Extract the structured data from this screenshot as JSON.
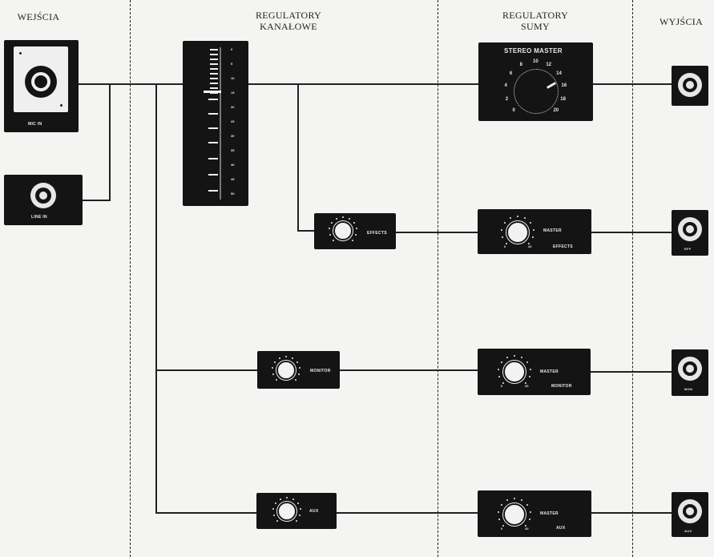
{
  "headers": {
    "inputs": "WEJŚCIA",
    "channel": "REGULATORY\nKANAŁOWE",
    "master": "REGULATORY\nSUMY",
    "outputs": "WYJŚCIA"
  },
  "inputs": {
    "mic_label": "MIC IN",
    "line_label": "LINE IN"
  },
  "channel": {
    "fader_scale": [
      "0",
      "5",
      "10",
      "15",
      "20",
      "25",
      "30",
      "35",
      "40",
      "45",
      "50"
    ],
    "effects_label": "EFFECTS",
    "monitor_label": "MONITOR",
    "aux_label": "AUX"
  },
  "master": {
    "stereo_title": "STEREO MASTER",
    "stereo_scale": [
      "0",
      "2",
      "4",
      "6",
      "8",
      "10",
      "12",
      "14",
      "16",
      "18",
      "20"
    ],
    "knob_scale": [
      "0",
      "20"
    ],
    "master_word": "MASTER",
    "effects_label": "EFFECTS",
    "monitor_label": "MONITOR",
    "aux_label": "AUX"
  },
  "outputs": {
    "effects_label": "EFF",
    "monitor_label": "MON",
    "aux_label": "AUX"
  }
}
